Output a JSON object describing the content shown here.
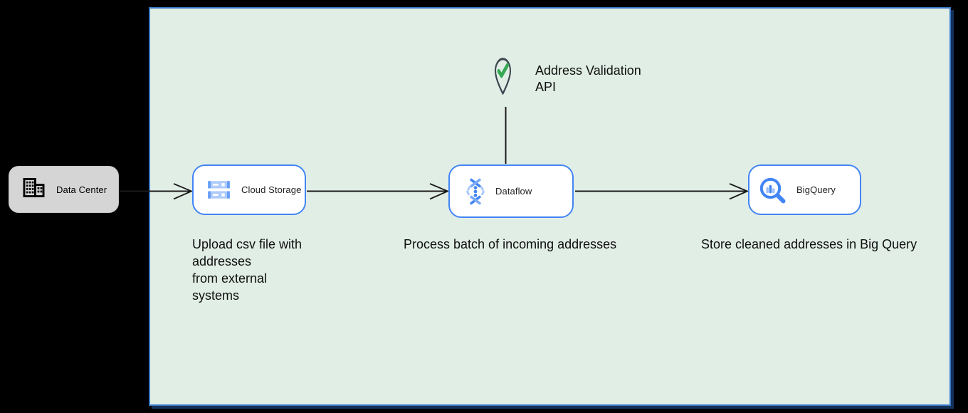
{
  "diagram": {
    "panel": {
      "bg": "#e1eee6",
      "border": "#3a78c6"
    },
    "colors": {
      "accent_blue": "#4285f4",
      "light_blue": "#aecbfa",
      "edge_blue": "#669df6",
      "check_green": "#34a853",
      "connector": "#1a1a1a",
      "data_center_bg": "#d5d5d5",
      "node_bg": "#ffffff"
    },
    "nodes": {
      "data_center": {
        "label": "Data Center",
        "icon": "building-icon"
      },
      "cloud_storage": {
        "label": "Cloud Storage",
        "icon": "cloud-storage-icon"
      },
      "dataflow": {
        "label": "Dataflow",
        "icon": "dataflow-icon"
      },
      "bigquery": {
        "label": "BigQuery",
        "icon": "bigquery-icon"
      }
    },
    "annotations": {
      "address_validation": {
        "label": "Address Validation\nAPI",
        "icon": "map-pin-check-icon"
      },
      "upload": {
        "text": "Upload csv file with\naddresses\nfrom external\nsystems"
      },
      "process": {
        "text": "Process batch of incoming addresses"
      },
      "store": {
        "text": "Store cleaned addresses in Big Query"
      }
    }
  }
}
